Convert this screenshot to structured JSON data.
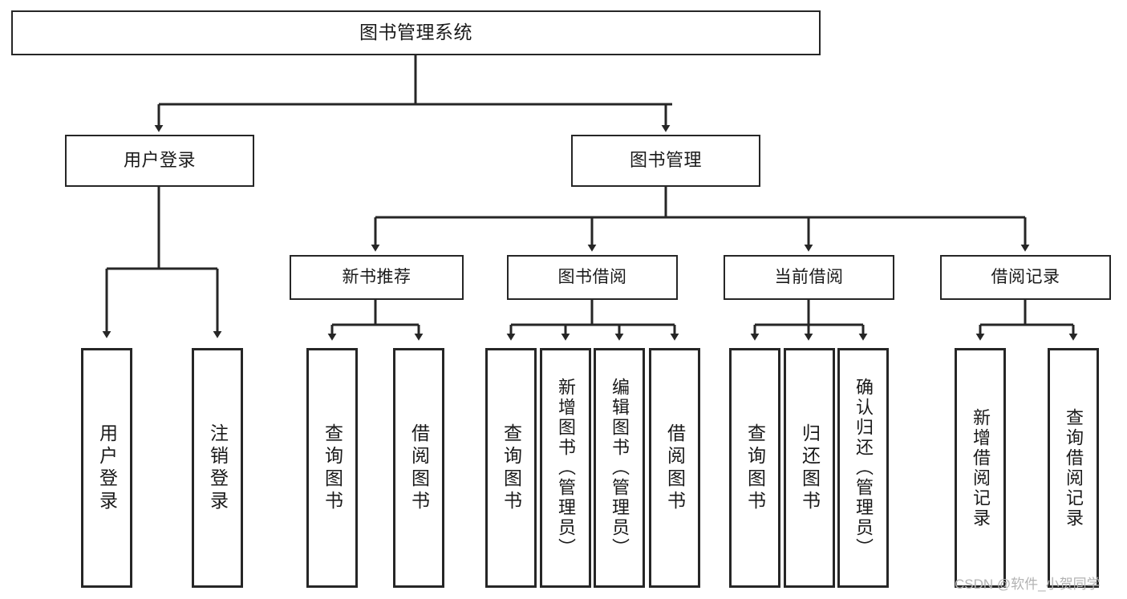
{
  "diagram": {
    "type": "tree-hierarchy",
    "title": "图书管理系统",
    "root": {
      "label": "图书管理系统"
    },
    "level2": [
      {
        "label": "用户登录"
      },
      {
        "label": "图书管理"
      }
    ],
    "level3": [
      {
        "label": "新书推荐"
      },
      {
        "label": "图书借阅"
      },
      {
        "label": "当前借阅"
      },
      {
        "label": "借阅记录"
      }
    ],
    "leaves": {
      "user_login": [
        {
          "label": "用户登录"
        },
        {
          "label": "注销登录"
        }
      ],
      "new_book_recommend": [
        {
          "label": "查询图书"
        },
        {
          "label": "借阅图书"
        }
      ],
      "book_borrow": [
        {
          "label": "查询图书"
        },
        {
          "label": "新增图书（管理员）"
        },
        {
          "label": "编辑图书（管理员）"
        },
        {
          "label": "借阅图书"
        }
      ],
      "current_borrow": [
        {
          "label": "查询图书"
        },
        {
          "label": "归还图书"
        },
        {
          "label": "确认归还（管理员）"
        }
      ],
      "borrow_record": [
        {
          "label": "新增借阅记录"
        },
        {
          "label": "查询借阅记录"
        }
      ]
    }
  },
  "watermark": {
    "text": "CSDN @软件_小贺同学"
  },
  "colors": {
    "stroke": "#262626",
    "background": "#ffffff",
    "text": "#1a1a1a",
    "watermark": "#b3b3b3"
  }
}
